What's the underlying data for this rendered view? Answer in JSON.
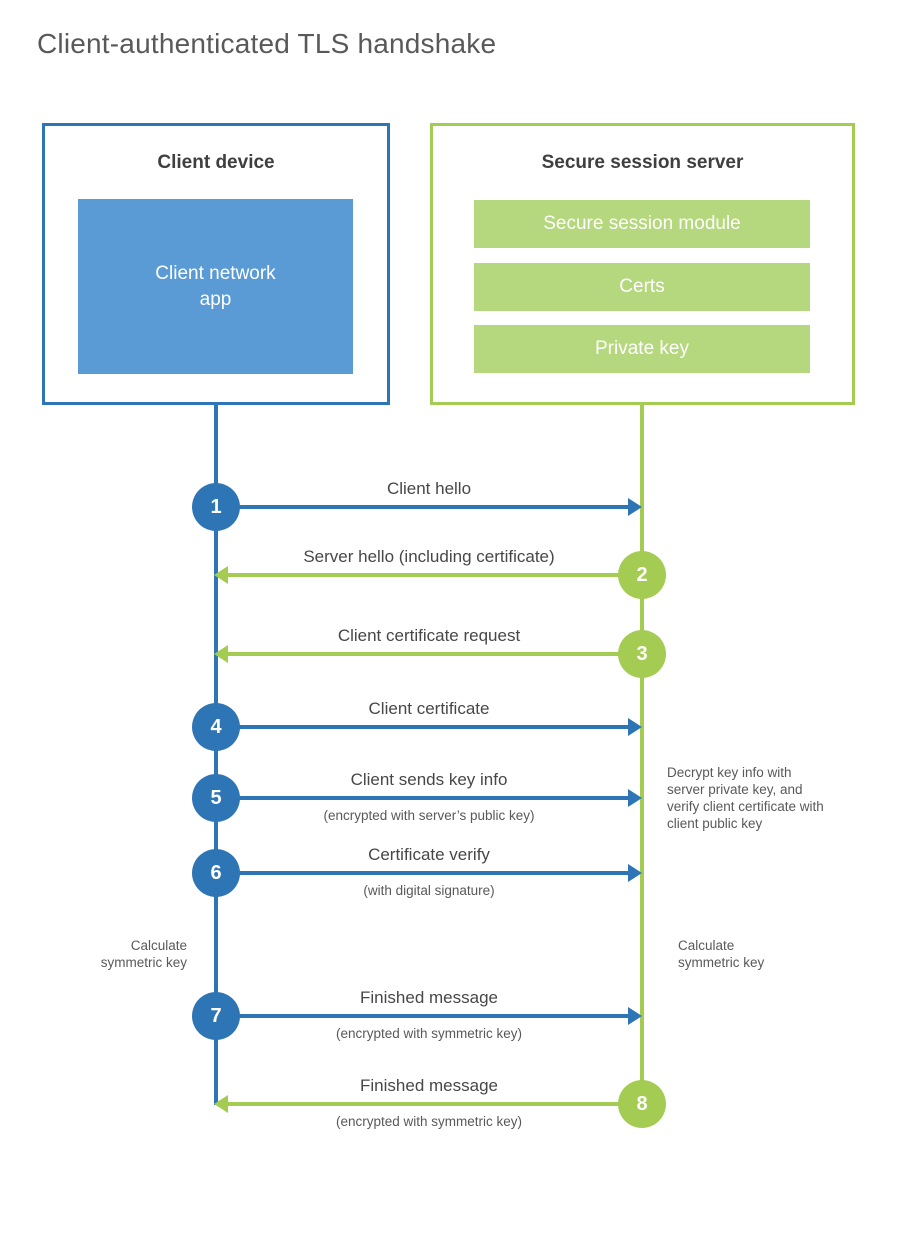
{
  "title": "Client-authenticated TLS handshake",
  "colors": {
    "blue": "#2e75b6",
    "blue_light": "#5b9bd5",
    "green": "#a4cc52",
    "green_light": "#b5d77d"
  },
  "client": {
    "title": "Client device",
    "app_label": "Client network\napp"
  },
  "server": {
    "title": "Secure session server",
    "modules": [
      "Secure session module",
      "Certs",
      "Private key"
    ]
  },
  "arrows": [
    {
      "num": "1",
      "label": "Client hello",
      "sub": "",
      "direction": "right",
      "color": "blue"
    },
    {
      "num": "2",
      "label": "Server hello (including certificate)",
      "sub": "",
      "direction": "left",
      "color": "green"
    },
    {
      "num": "3",
      "label": "Client certificate request",
      "sub": "",
      "direction": "left",
      "color": "green"
    },
    {
      "num": "4",
      "label": "Client certificate",
      "sub": "",
      "direction": "right",
      "color": "blue"
    },
    {
      "num": "5",
      "label": "Client sends key info",
      "sub": "(encrypted with server’s public key)",
      "direction": "right",
      "color": "blue"
    },
    {
      "num": "6",
      "label": "Certificate verify",
      "sub": "(with digital signature)",
      "direction": "right",
      "color": "blue"
    },
    {
      "num": "7",
      "label": "Finished message",
      "sub": "(encrypted with symmetric key)",
      "direction": "right",
      "color": "blue"
    },
    {
      "num": "8",
      "label": "Finished message",
      "sub": "(encrypted with symmetric key)",
      "direction": "left",
      "color": "green"
    }
  ],
  "annotations": {
    "decrypt": "Decrypt key info with server private key, and verify client certificate with client public key",
    "calc_left": "Calculate symmetric key",
    "calc_right": "Calculate symmetric key"
  }
}
